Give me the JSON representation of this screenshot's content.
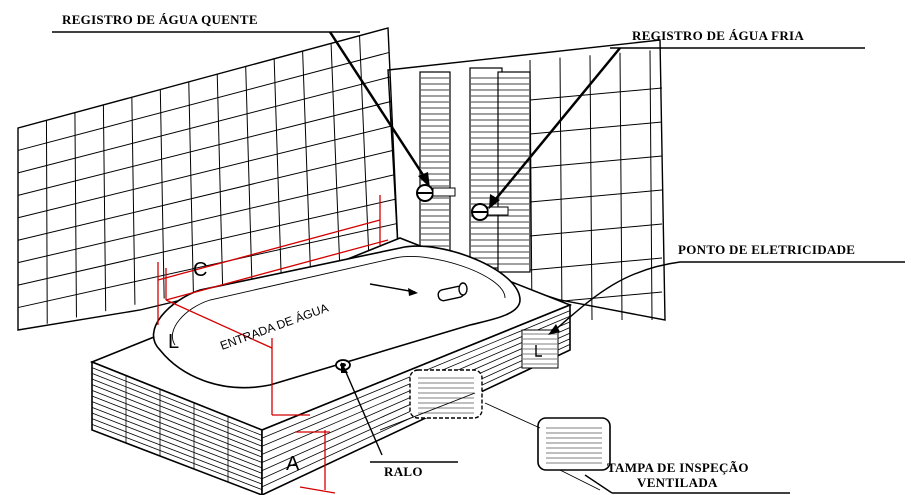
{
  "labels": {
    "hot_water_valve": "REGISTRO DE ÁGUA QUENTE",
    "cold_water_valve": "REGISTRO DE ÁGUA FRIA",
    "electric_point": "PONTO DE ELETRICIDADE",
    "water_inlet": "ENTRADA DE ÁGUA",
    "drain": "RALO",
    "inspection_cover_line1": "TAMPA DE INSPEÇÃO",
    "inspection_cover_line2": "VENTILADA"
  },
  "dimensions": {
    "length": "C",
    "width": "L",
    "height": "A"
  },
  "colors": {
    "lines": "#000000",
    "dimension_lines": "#d40000",
    "background": "#ffffff"
  }
}
